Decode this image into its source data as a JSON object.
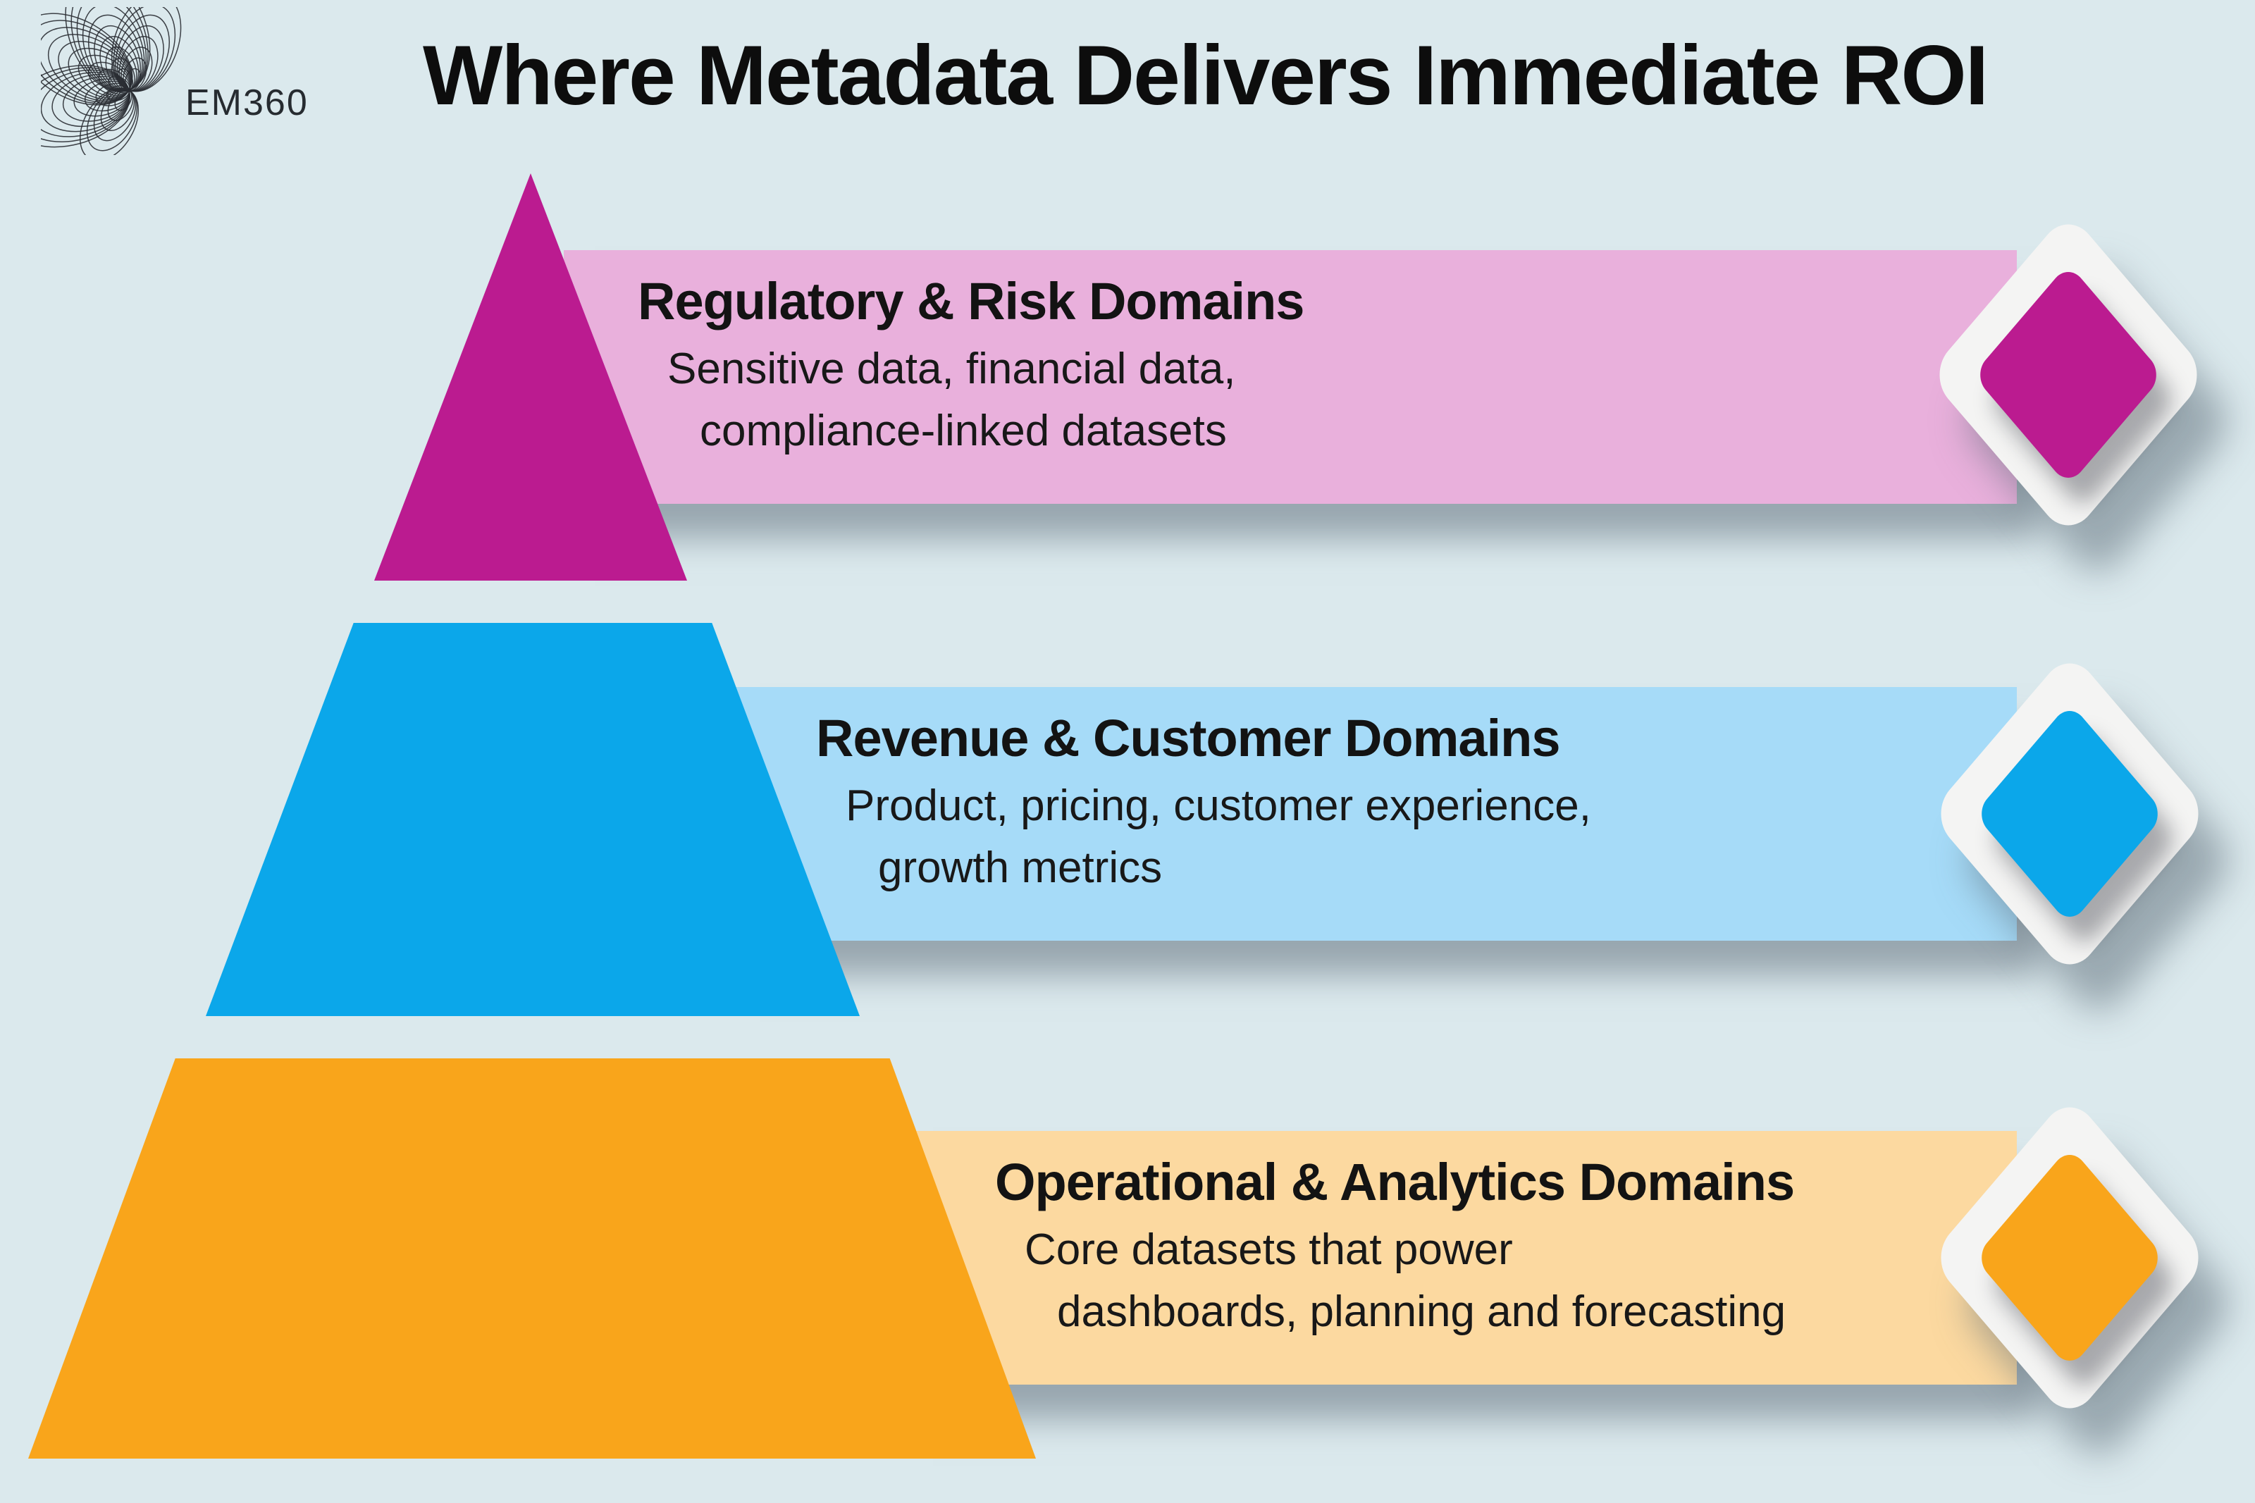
{
  "palette": {
    "background": "#dbe9ed",
    "title_text": "#0d0d0d",
    "body_text": "#161616",
    "diamond_frame": "#f4f4f3"
  },
  "logo": {
    "brand": "EM360"
  },
  "header": {
    "title": "Where Metadata Delivers Immediate ROI"
  },
  "tiers": [
    {
      "name": "top",
      "heading": "Regulatory & Risk Domains",
      "description_lines": [
        "Sensitive data, financial data,",
        "compliance-linked datasets"
      ],
      "shape_color": "#bb1b90",
      "banner_color": "#e9b0dc"
    },
    {
      "name": "middle",
      "heading": "Revenue & Customer Domains",
      "description_lines": [
        "Product, pricing, customer experience,",
        "growth metrics"
      ],
      "shape_color": "#0ba7ea",
      "banner_color": "#a6dbf8"
    },
    {
      "name": "bottom",
      "heading": "Operational & Analytics Domains",
      "description_lines": [
        "Core datasets that power",
        "dashboards, planning and forecasting"
      ],
      "shape_color": "#f9a51b",
      "banner_color": "#fcd9a0"
    }
  ]
}
